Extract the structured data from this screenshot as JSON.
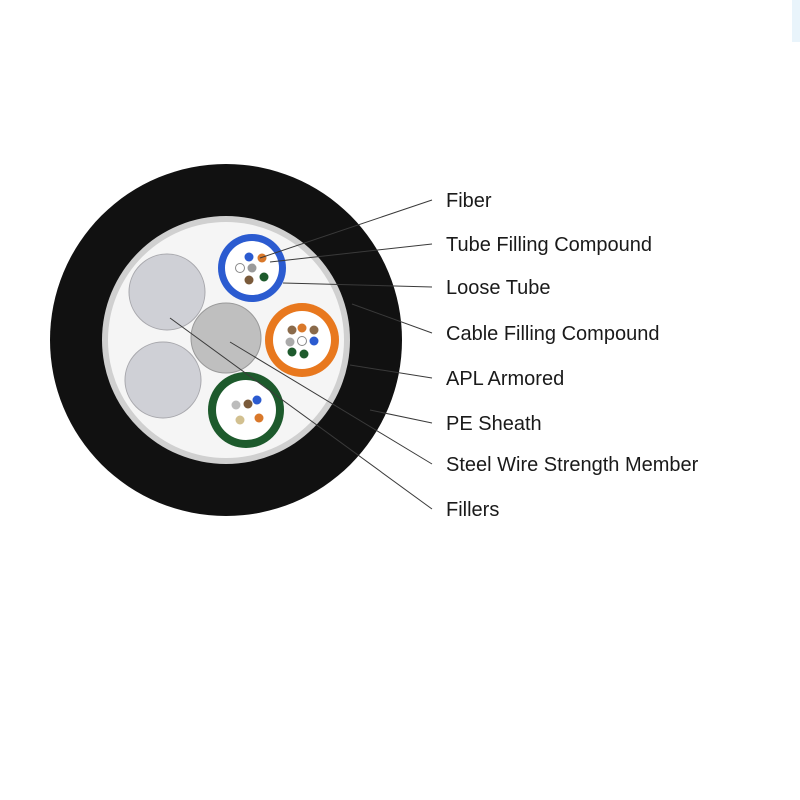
{
  "diagram": {
    "labels": [
      {
        "id": "fiber",
        "text": "Fiber"
      },
      {
        "id": "tube-filling",
        "text": "Tube Filling Compound"
      },
      {
        "id": "loose-tube",
        "text": "Loose Tube"
      },
      {
        "id": "cable-filling",
        "text": "Cable Filling Compound"
      },
      {
        "id": "apl-armored",
        "text": "APL Armored"
      },
      {
        "id": "pe-sheath",
        "text": "PE Sheath"
      },
      {
        "id": "steel-wire",
        "text": "Steel Wire Strength Member"
      },
      {
        "id": "fillers",
        "text": "Fillers"
      }
    ],
    "colors": {
      "pe_sheath": "#111111",
      "armor": "#c9c9c9",
      "filling": "#f4f4f4",
      "filler": "#cfd0d6",
      "strength_member": "#bdbdbd",
      "tube_blue": "#2b5bd0",
      "tube_orange": "#e8781e",
      "tube_green": "#1d5a2c"
    }
  }
}
